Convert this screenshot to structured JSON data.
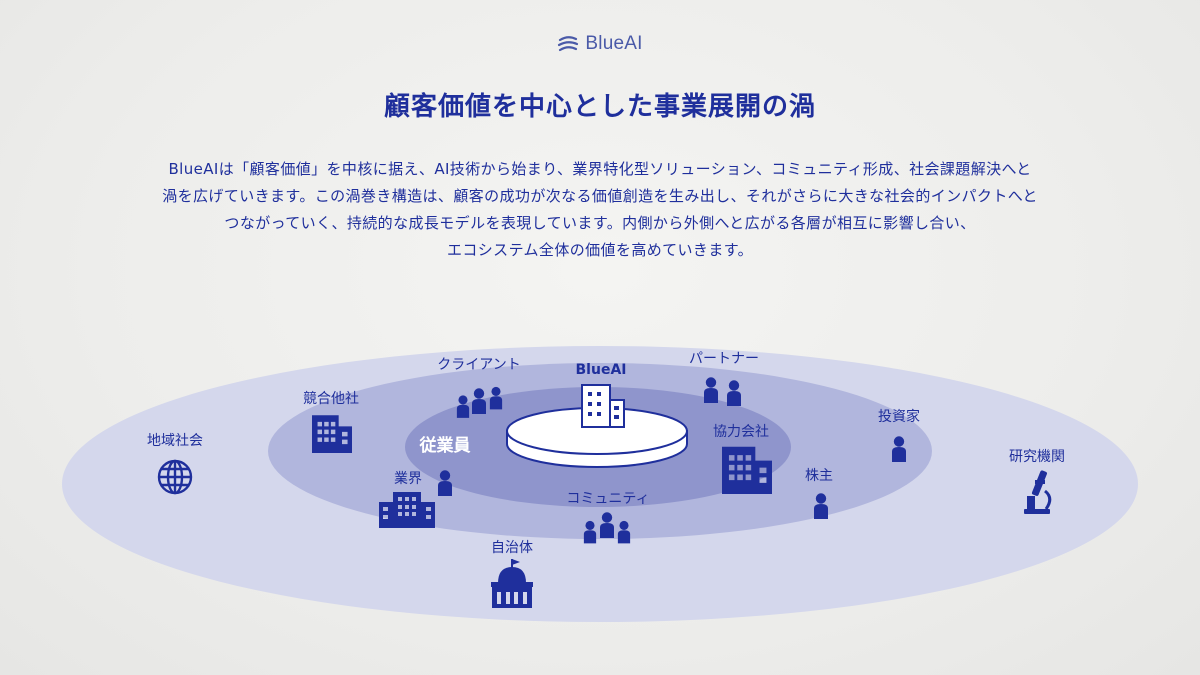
{
  "brand": {
    "name": "BlueAI",
    "logo_icon": "wave-stack-icon"
  },
  "title": "顧客価値を中心とした事業展開の渦",
  "description": [
    "BlueAIは「顧客価値」を中核に据え、AI技術から始まり、業界特化型ソリューション、コミュニティ形成、社会課題解決へと",
    "渦を広げていきます。この渦巻き構造は、顧客の成功が次なる価値創造を生み出し、それがさらに大きな社会的インパクトへと",
    "つながっていく、持続的な成長モデルを表現しています。内側から外側へと広がる各層が相互に影響し合い、",
    "エコシステム全体の価値を高めていきます。"
  ],
  "diagram": {
    "center": {
      "label": "BlueAI",
      "icon": "building-icon"
    },
    "inner_ring": [
      {
        "label": "従業員",
        "icon": "person-icon"
      }
    ],
    "middle_ring": [
      {
        "label": "クライアント",
        "icon": "people-group-icon"
      },
      {
        "label": "パートナー",
        "icon": "people-pair-icon"
      },
      {
        "label": "協力会社",
        "icon": "office-building-icon"
      },
      {
        "label": "コミュニティ",
        "icon": "people-group-icon"
      },
      {
        "label": "業界",
        "icon": "factory-icon"
      },
      {
        "label": "競合他社",
        "icon": "office-building-icon"
      }
    ],
    "outer_ring": [
      {
        "label": "地域社会",
        "icon": "globe-icon"
      },
      {
        "label": "投資家",
        "icon": "person-icon"
      },
      {
        "label": "株主",
        "icon": "person-icon"
      },
      {
        "label": "研究機関",
        "icon": "microscope-icon"
      },
      {
        "label": "自治体",
        "icon": "government-building-icon"
      }
    ]
  },
  "colors": {
    "primary": "#1f2f9c",
    "outer_ring": "#d4d7ec",
    "middle_ring": "#b1b6dd",
    "inner_ring": "#8f95cc",
    "center": "#ffffff"
  }
}
